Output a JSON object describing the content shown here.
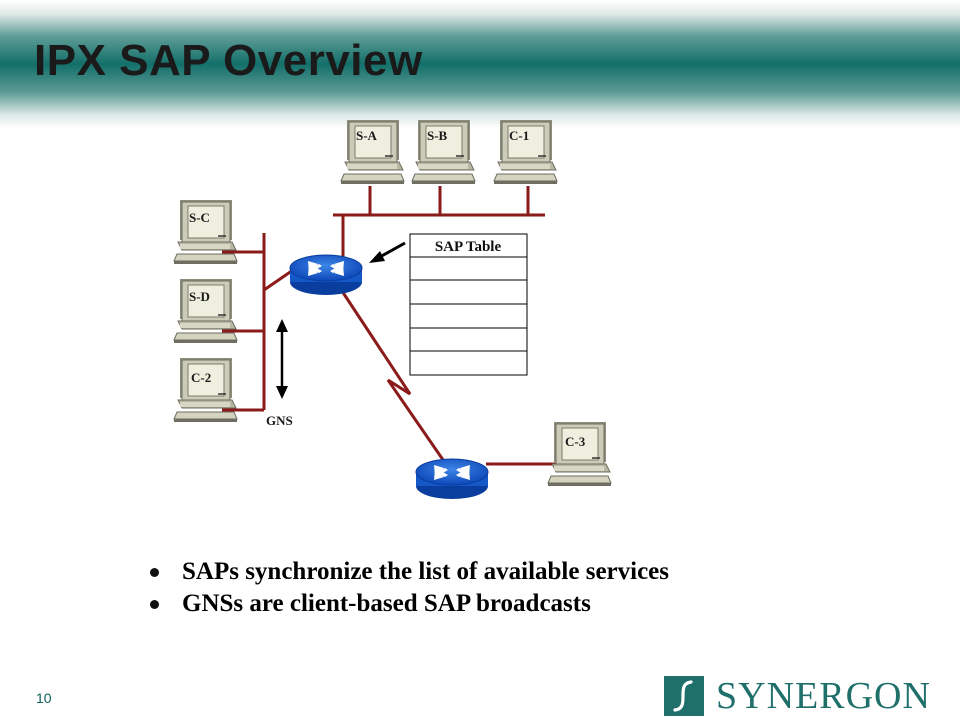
{
  "slide": {
    "title": "IPX SAP Overview",
    "page_number": "10"
  },
  "diagram": {
    "computers": [
      "S-A",
      "S-B",
      "C-1",
      "S-C",
      "S-D",
      "C-2",
      "C-3"
    ],
    "gns_label": "GNS",
    "sap_table": {
      "title": "SAP Table",
      "empty_rows": 5
    },
    "colors": {
      "link": "#8b1a1a",
      "router": "#1458c8",
      "computer_body": "#c8c8b4"
    }
  },
  "bullets": [
    "SAPs synchronize the list of available services",
    "GNSs are client-based SAP broadcasts"
  ],
  "logo": {
    "text": "SYNERGON",
    "mark": "S",
    "color": "#1f6f6a"
  }
}
